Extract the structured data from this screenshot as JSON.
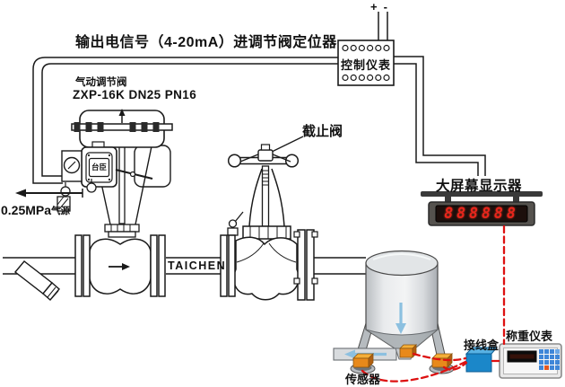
{
  "diagram": {
    "title_note": "输出电信号（4-20mA）进调节阀定位器",
    "controller": {
      "label": "控制仪表",
      "plus": "+",
      "minus": "-"
    },
    "control_valve": {
      "type_label": "气动调节阀",
      "model": "ZXP-16K DN25 PN16",
      "positioner_brand": "台臣",
      "air_supply_value": "0.25MPa",
      "air_supply_unit": "气源"
    },
    "stop_valve": {
      "label": "截止阀"
    },
    "pipeline": {
      "brand": "TAICHEN"
    },
    "display": {
      "label": "大屏幕显示器",
      "value": "888888"
    },
    "junction_box": {
      "label": "接线盒"
    },
    "weighing_indicator": {
      "label": "称重仪表"
    },
    "sensor": {
      "label": "传感器"
    },
    "colors": {
      "wire_black": "#1a1a1a",
      "dashed_cable_red": "#dd1111",
      "display_digit_red": "#e8251c",
      "junction_box_blue": "#1b87c9",
      "sensor_orange": "#e8891a",
      "flow_arrow_blue": "#8cc0e0"
    }
  }
}
